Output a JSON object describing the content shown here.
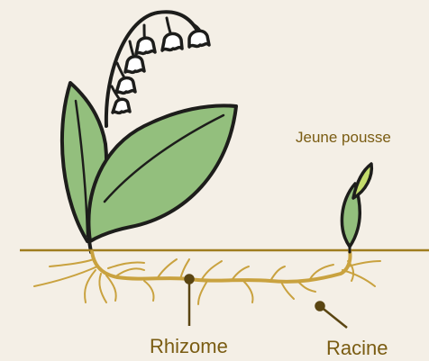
{
  "labels": {
    "young_shoot": "Jeune pousse",
    "rhizome": "Rhizome",
    "root": "Racine"
  },
  "colors": {
    "background": "#f4efe6",
    "leaf": "#93bf7d",
    "leaf_light": "#c4dc6c",
    "outline": "#1d1d1b",
    "soil_line": "#a07d1f",
    "rhizome": "#c9a23f",
    "label_text": "#7a5c12",
    "pointer": "#5a4512"
  },
  "icons": {
    "plant": "lily-of-the-valley-icon",
    "bells": "bell-flower-icon",
    "shoot": "sprout-icon"
  }
}
